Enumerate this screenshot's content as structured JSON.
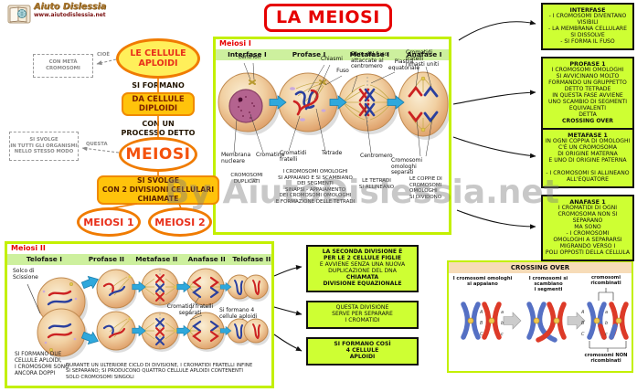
{
  "page_title": "LA MEIOSI",
  "logo": {
    "brand": "Aiuto Dislessia",
    "url": "www.aiutodislessia.net"
  },
  "watermark": "By AiutoDislessia.net",
  "flowchart": {
    "cells_aploidi": "LE CELLULE\nAPLOIDI",
    "aside_meta": "CON METÀ\nCROMOSOMI",
    "aside_meta_label": "CIOÈ",
    "si_formano": "SI FORMANO",
    "da_cellule": "DA CELLULE\nDIPLOIDI",
    "con_un": "CON UN\nPROCESSO DETTO",
    "meiosi": "MEIOSI",
    "aside_svolge": "SI SVOLGE\nIN TUTTI GLI ORGANISMI\nNELLO STESSO MODO",
    "aside_svolge_label": "QUESTA",
    "si_svolge": "SI SVOLGE\nCON 2 DIVISIONI CELLULARI\nCHIAMATE",
    "meiosi1": "MEIOSI 1",
    "meiosi2": "MEIOSI 2"
  },
  "meiosi1": {
    "title": "Meiosi I",
    "phases": [
      "Interfase I",
      "Profase  I",
      "Metafase  I",
      "Anafase  I"
    ],
    "labels": {
      "centrioli": "centrioli",
      "membrana": "Membrana\nnucleare",
      "cromatina": "Cromatina",
      "chiasmi": "Chiasmi",
      "fuso": "Fuso",
      "cromatidi_fratelli": "Cromatidi\nfratelli",
      "tetrade": "Tetrade",
      "fibre": "Fibre del fuso\nattaccate al\ncentromero",
      "piastra": "Piastra\nequatoriale",
      "centromero": "Centromero",
      "uniti": "Cromatidi fratelli\nrimasti uniti",
      "separati": "Cromosomi omologhi\nseparati"
    },
    "captions": {
      "interfase": "CROMOSOMI\nDUPLICATI",
      "profase": "I CROMOSOMI  OMOLOGHI\nSI APPAIANO E SI SCAMBIANO\nDEI SEGMENTI\nSINAPSI - APPAIAMENTO\nDEI CROMOSOMI OMOLOGHI\nE FORMAZIONE DELLE TETRADI",
      "metafase": "LE TETRADI\nSI ALLINEANO",
      "anafase": "LE COPPIE DI\nCROMOSOMI\nOMOLOGHI\nSI DIVIDONO"
    }
  },
  "meiosi2": {
    "title": "Meiosi II",
    "phases": [
      "Telofase  I",
      "Profase  II",
      "Metafase  II",
      "Anafase  II",
      "Telofase  II"
    ],
    "labels": {
      "solco": "Solco di\nScissione",
      "separati": "Cromatidi fratelli\nseparati",
      "quattro": "Si formano 4\ncellule aploidi"
    },
    "captions": {
      "left": "SI FORMANO DUE\nCELLULE APLOIDI,\nI CROMOSOMI SONO\nANCORA DOPPI",
      "main": "DURANTE UN ULTERIORE CICLO DI DIVISIONE, I CROMATIDI FRATELLI INFINE\nSI SEPARANO; SI PRODUCONO QUATTRO CELLULE  APLOIDI CONTENENTI\nSOLO CROMOSOMI SINGOLI"
    }
  },
  "notes_right": [
    {
      "title": "INTERFASE",
      "body": "- I CROMOSOMI DIVENTANO\nVISIBILI\n- LA MEMBRANA CELLULARE\nSI DISSOLVE\n- SI FORMA IL FUSO",
      "footer": ""
    },
    {
      "title": "PROFASE 1",
      "body": "I CROMOSOMI OMOLOGHI\nSI AVVICINANO MOLTO\nFORMANDO UN GRUPPETTO\nDETTO TETRADE\nIN QUESTA FASE AVVIENE\nUNO SCAMBIO DI SEGMENTI\nEQUIVALENTI\nDETTA",
      "footer": "CROSSING OVER"
    },
    {
      "title": "METAFASE 1",
      "body": "IN OGNI COPPIA DI OMOLOGHI\nC'È UN CROMOSOMA\nDI ORIGINE MATERNA\nE UNO DI ORIGINE PATERNA\n\n- I CROMOSOMI SI ALLINEANO\nALL'EQUATORE",
      "footer": ""
    },
    {
      "title": "ANAFASE 1",
      "body": "I CROMATIDI DI OGNI\nCROMOSOMA NON SI SEPARANO\nMA  SONO\n- I  CROMOSOMI\nOMOLOGHI  A  SEPARARSI\nMIGRANDO VERSO I\nPOLI OPPOSTI DELLA CELLULA",
      "footer": ""
    }
  ],
  "notes_bottom": [
    {
      "lead": "LA SECONDA DIVISIONE È\nPER LE 2 CELLULE FIGLIE",
      "body": "E AVVIENE SENZA UNA NUOVA\nDUPLICAZIONE DEL DNA",
      "tail": "CHIAMATA\nDIVISIONE  EQUAZIONALE"
    },
    {
      "body": "QUESTA DIVISIONE\nSERVE PER SEPARARE\nI CROMATIDI"
    },
    {
      "lead": "SI FORMANO COSÌ\n4 CELLULE\nAPLOIDI"
    }
  ],
  "crossing_over": {
    "title": "CROSSING OVER",
    "step1": "I cromosomi omologhi\nsi appaiano",
    "step2": "I cromosomi si  scambiano\ni segmenti",
    "recombined": "cromosomi\nricombinati",
    "not_recombined": "cromosomi NON\nricombinati",
    "letters": [
      "A",
      "B",
      "C",
      "a",
      "b",
      "c"
    ]
  },
  "colors": {
    "accent_chartreuse": "#ccff33",
    "panel_border": "#c3f000",
    "orange": "#f07b00",
    "title_red": "#e60000",
    "chromosome_red": "#cc2222",
    "chromosome_blue": "#2a3f9e",
    "cell_tan": "#e9b77c",
    "arrow_blue": "#2fa8dc"
  }
}
